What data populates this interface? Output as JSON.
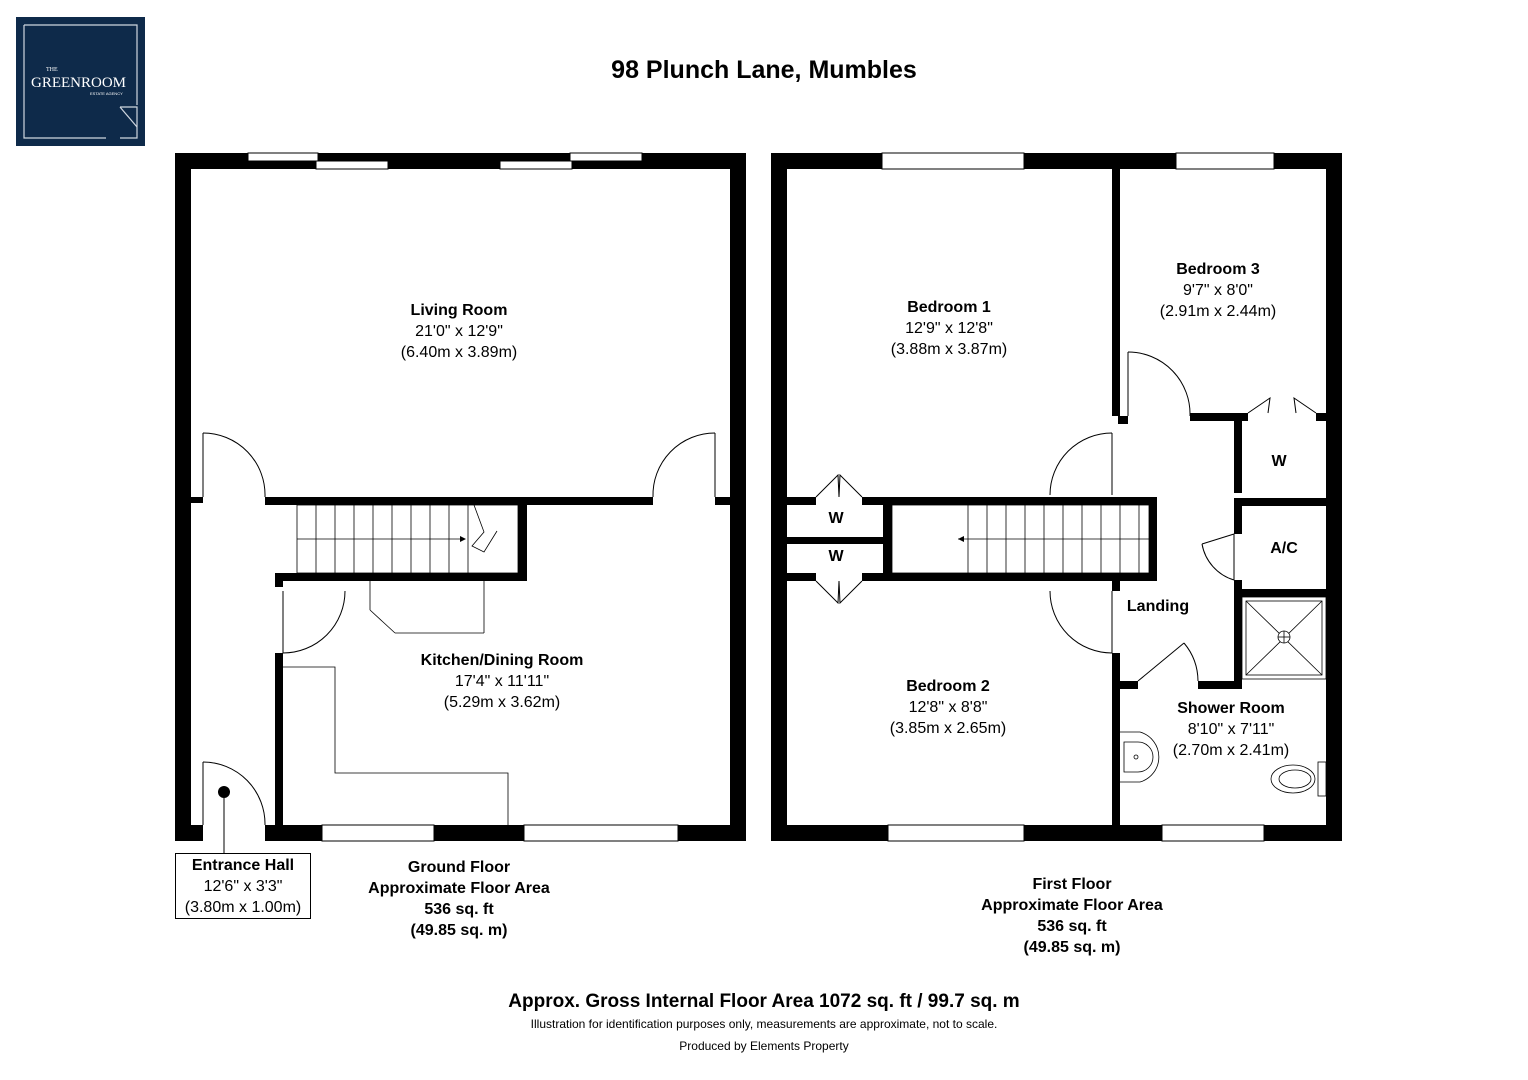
{
  "title": "98 Plunch Lane, Mumbles",
  "logo": {
    "line1": "THE",
    "line2": "GREENROOM",
    "line3": "ESTATE AGENCY",
    "bg_color": "#0e2a4a"
  },
  "rooms": {
    "living": {
      "name": "Living Room",
      "imperial": "21'0\" x 12'9\"",
      "metric": "(6.40m x 3.89m)"
    },
    "kitchen": {
      "name": "Kitchen/Dining Room",
      "imperial": "17'4\" x 11'11\"",
      "metric": "(5.29m x 3.62m)"
    },
    "entrance": {
      "name": "Entrance Hall",
      "imperial": "12'6\" x 3'3\"",
      "metric": "(3.80m x 1.00m)"
    },
    "bedroom1": {
      "name": "Bedroom 1",
      "imperial": "12'9\" x 12'8\"",
      "metric": "(3.88m x 3.87m)"
    },
    "bedroom2": {
      "name": "Bedroom 2",
      "imperial": "12'8\" x 8'8\"",
      "metric": "(3.85m x 2.65m)"
    },
    "bedroom3": {
      "name": "Bedroom 3",
      "imperial": "9'7\" x 8'0\"",
      "metric": "(2.91m x 2.44m)"
    },
    "shower": {
      "name": "Shower Room",
      "imperial": "8'10\" x 7'11\"",
      "metric": "(2.70m x 2.41m)"
    },
    "landing": {
      "name": "Landing"
    }
  },
  "tags": {
    "wardrobe": "W",
    "airing_cupboard": "A/C"
  },
  "ground_floor": {
    "line1": "Ground Floor",
    "line2": "Approximate Floor Area",
    "line3": "536 sq. ft",
    "line4": "(49.85 sq. m)"
  },
  "first_floor": {
    "line1": "First Floor",
    "line2": "Approximate Floor Area",
    "line3": "536 sq. ft",
    "line4": "(49.85 sq. m)"
  },
  "footer": {
    "gross_area": "Approx. Gross Internal Floor Area 1072 sq. ft / 99.7 sq. m",
    "disclaimer": "Illustration for identification purposes only, measurements are approximate, not to scale.",
    "produced_by": "Produced by Elements Property"
  }
}
